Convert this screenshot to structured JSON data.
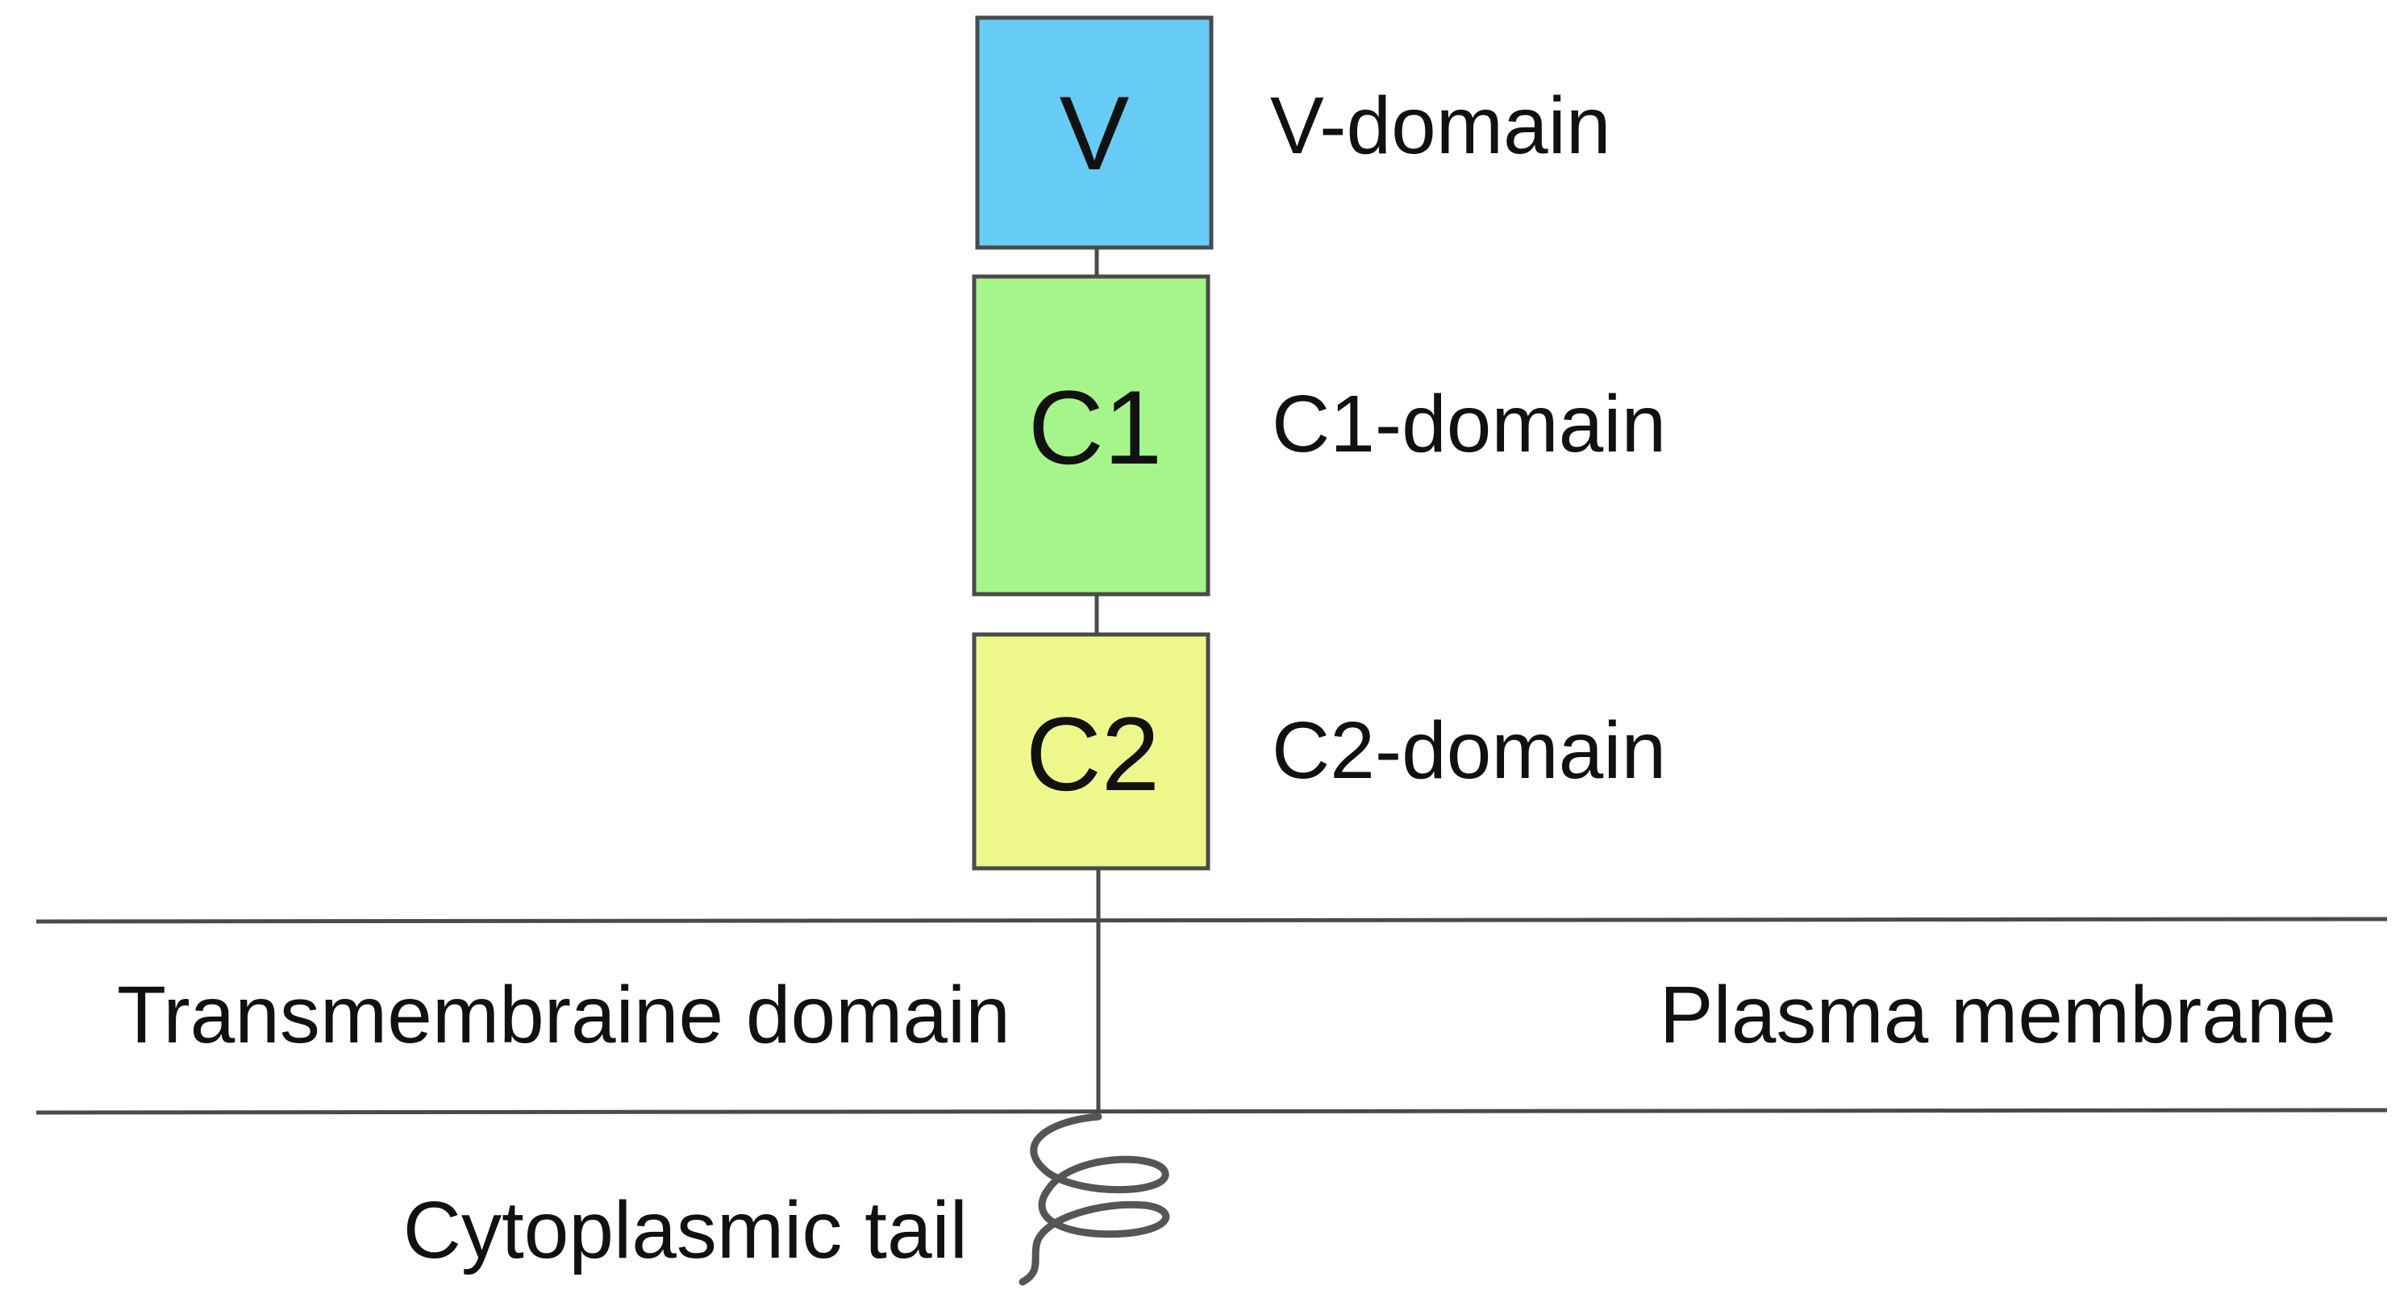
{
  "domains": [
    {
      "box_text": "V",
      "label": "V-domain",
      "color": "#66CCF5"
    },
    {
      "box_text": "C1",
      "label": "C1-domain",
      "color": "#A6F58A"
    },
    {
      "box_text": "C2",
      "label": "C2-domain",
      "color": "#EEF78A"
    }
  ],
  "membrane": {
    "transmembrane_label": "Transmembraine domain",
    "plasma_membrane_label": "Plasma membrane"
  },
  "cytoplasmic_tail_label": "Cytoplasmic tail",
  "colors": {
    "line": "#4a4a4a",
    "text": "#111111"
  }
}
